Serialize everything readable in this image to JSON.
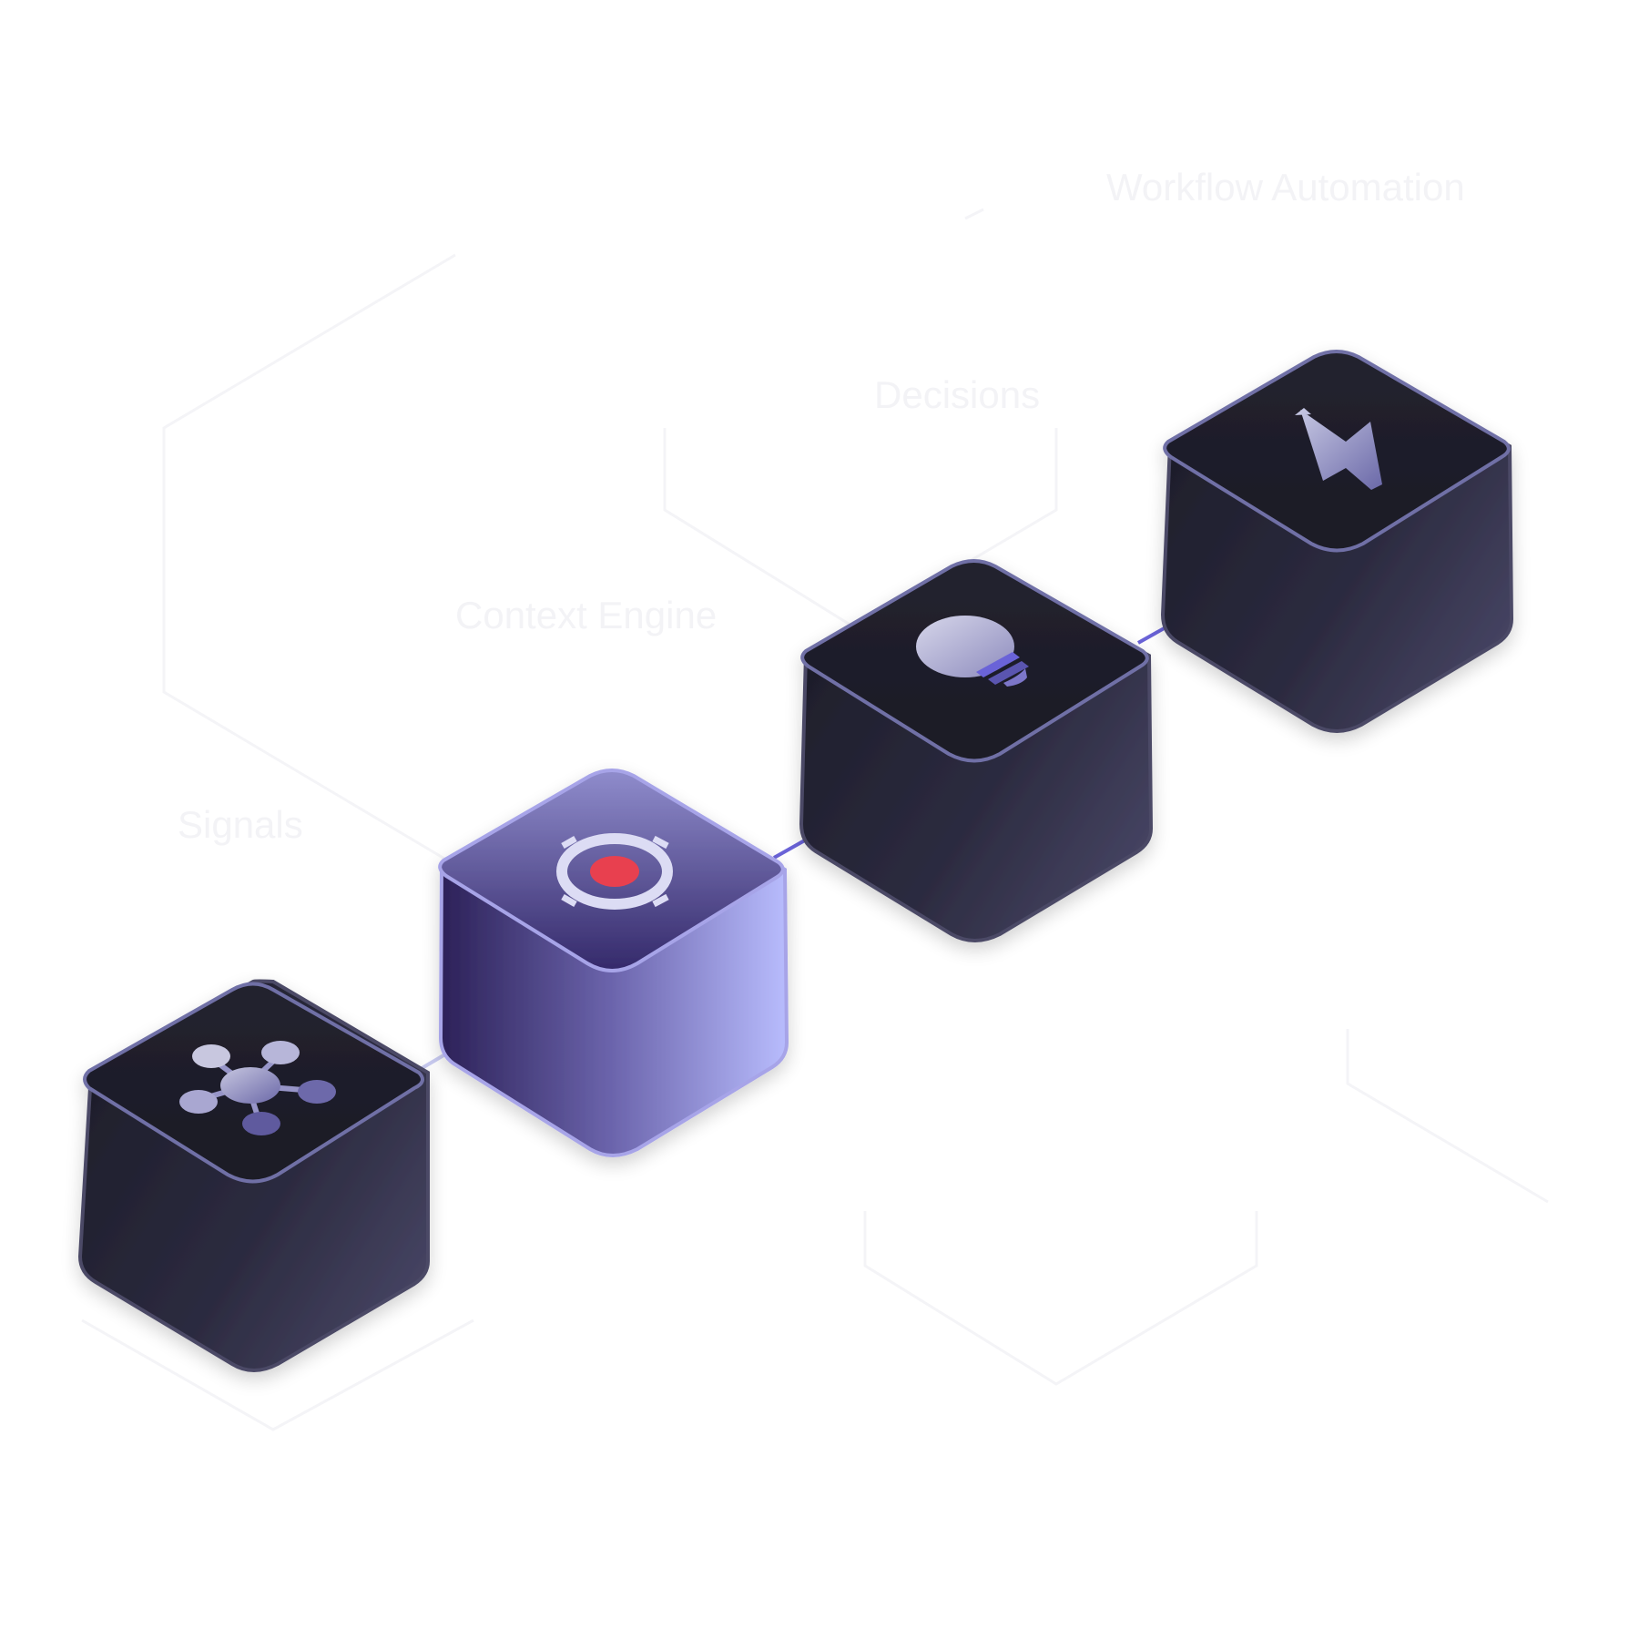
{
  "diagram": {
    "labels": {
      "signals": "Signals",
      "context_engine": "Context Engine",
      "decisions": "Decisions",
      "workflow_automation": "Workflow Automation"
    },
    "nodes": [
      {
        "id": "signals",
        "icon": "network-hub-icon",
        "state": "default"
      },
      {
        "id": "context-engine",
        "icon": "target-icon",
        "state": "active"
      },
      {
        "id": "decisions",
        "icon": "lightbulb-icon",
        "state": "default"
      },
      {
        "id": "workflow-automation",
        "icon": "lightning-bolt-icon",
        "state": "default"
      }
    ],
    "colors": {
      "cube_dark": "#1e1e2b",
      "cube_edge": "#6f6fa6",
      "active_top": "#8b86c8",
      "active_front": "#b5b8fb",
      "connector": "#6a63d8",
      "target_dot": "#e8404f",
      "faint_text": "#f3f3f6"
    }
  }
}
